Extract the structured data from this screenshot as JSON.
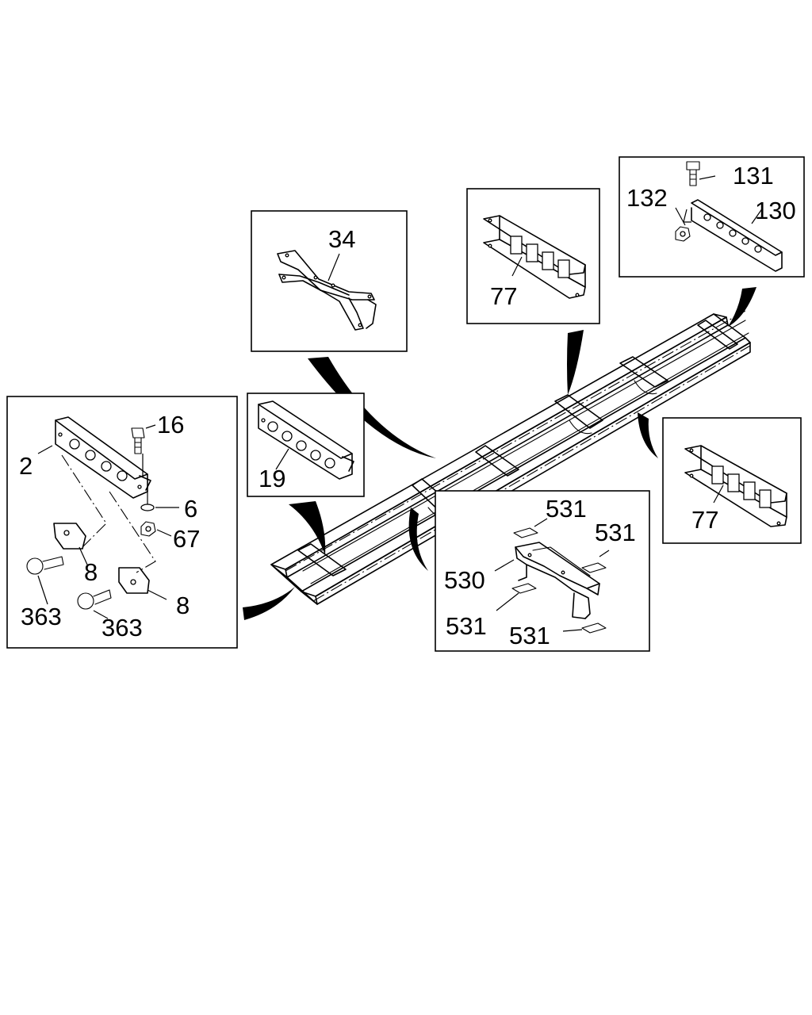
{
  "diagram": {
    "callouts": {
      "c34": "34",
      "c77_top": "77",
      "c131": "131",
      "c132": "132",
      "c130": "130",
      "c16": "16",
      "c2": "2",
      "c6": "6",
      "c67": "67",
      "c8_a": "8",
      "c8_b": "8",
      "c363_a": "363",
      "c363_b": "363",
      "c19": "19",
      "c77_right": "77",
      "c531_a": "531",
      "c531_b": "531",
      "c530": "530",
      "c531_c": "531",
      "c531_d": "531"
    }
  }
}
